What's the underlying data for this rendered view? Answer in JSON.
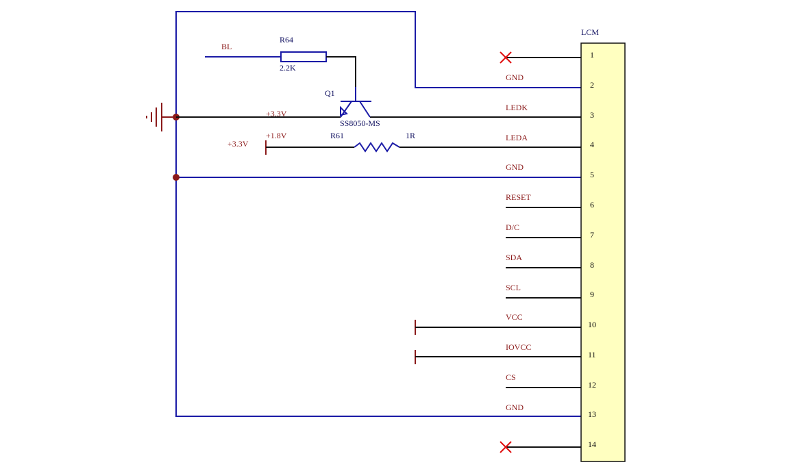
{
  "connector": {
    "name": "LCM",
    "fill_color": "#ffffc0",
    "pins": [
      {
        "num": "1",
        "net": ""
      },
      {
        "num": "2",
        "net": "GND"
      },
      {
        "num": "3",
        "net": "LEDK"
      },
      {
        "num": "4",
        "net": "LEDA"
      },
      {
        "num": "5",
        "net": "GND"
      },
      {
        "num": "6",
        "net": "RESET"
      },
      {
        "num": "7",
        "net": "D/C"
      },
      {
        "num": "8",
        "net": "SDA"
      },
      {
        "num": "9",
        "net": "SCL"
      },
      {
        "num": "10",
        "net": "VCC"
      },
      {
        "num": "11",
        "net": "IOVCC"
      },
      {
        "num": "12",
        "net": "CS"
      },
      {
        "num": "13",
        "net": "GND"
      },
      {
        "num": "14",
        "net": ""
      }
    ]
  },
  "components": {
    "r64": {
      "ref": "R64",
      "value": "2.2K"
    },
    "q1": {
      "ref": "Q1",
      "part": "SS8050-MS"
    },
    "r61": {
      "ref": "R61",
      "value": "1R"
    }
  },
  "nets": {
    "bl": "BL",
    "p33_a": "+3.3V",
    "p18": "+1.8V",
    "p33_b": "+3.3V"
  },
  "colors": {
    "wire": "#1a1aa6",
    "pin_wire": "#111111",
    "power": "#8b1a1a",
    "no_connect": "#e01010"
  }
}
